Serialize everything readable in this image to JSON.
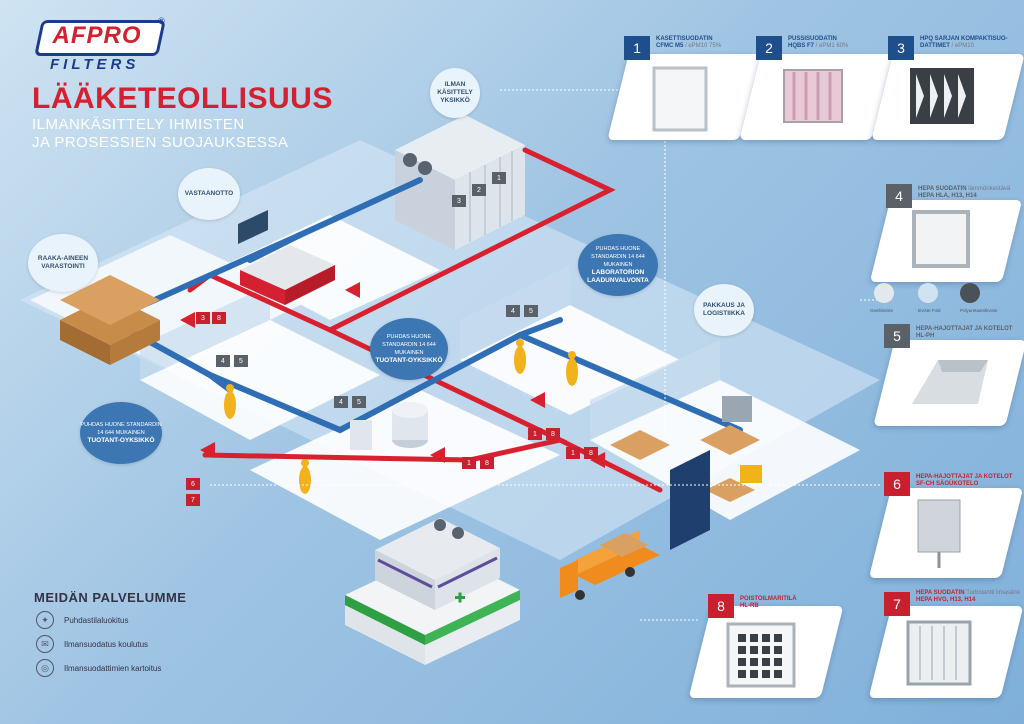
{
  "brand": {
    "name": "AFPRO",
    "sub": "FILTERS",
    "reg": "®"
  },
  "title": "LÄÄKETEOLLISUUS",
  "subtitle": [
    "ILMANKÄSITTELY IHMISTEN",
    "JA PROSESSIEN SUOJAUKSESSA"
  ],
  "bubbles": {
    "ilman": "ILMAN KÄSITTELY YKSIKKÖ",
    "vastaanotto": "VASTAANOTTO",
    "raaka": "RAAKA-AINEEN VARASTOINTI",
    "puhdas_left_small": "PUHDAS HUONE STANDARDIN 14 644 MUKAINEN",
    "puhdas_left": "TUOTANT-OYKSIKKÖ",
    "puhdas_mid_small": "PUHDAS HUONE STANDARDIN 14 644 MUKAINEN",
    "puhdas_mid": "TUOTANT-OYKSIKKÖ",
    "lab_small": "PUHDAS HUONE STANDARDIN 14 644 MUKAINEN",
    "lab": "LABORATORION LAADUNVALVONTA",
    "pakkaus": "PAKKAUS JA LOGISTIIKKA"
  },
  "tags": {
    "n1": "1",
    "n2": "2",
    "n3": "3",
    "n4": "4",
    "n5": "5",
    "n6": "6",
    "n7": "7",
    "n8": "8"
  },
  "products": [
    {
      "num": "1",
      "color": "blue",
      "title": "KASETTISUODATIN",
      "line2": "CFMC M5",
      "extra": " / ePM10 75%"
    },
    {
      "num": "2",
      "color": "blue",
      "title": "PUSSISUODATIN",
      "line2": "HQBS F7",
      "extra": " / ePM1 60%"
    },
    {
      "num": "3",
      "color": "blue",
      "title": "HPQ SARJAN KOMPAKTISUO-",
      "line2": "DATTIMET",
      "extra": " / ePM10"
    },
    {
      "num": "4",
      "color": "grey",
      "title": "HEPA SUODATIN",
      "line2": "lämmönkestävä",
      "extra": "HEPA HLA, H13, H14"
    },
    {
      "num": "5",
      "color": "grey",
      "title": "HEPA-HAJOTTAJAT JA KOTELOT",
      "line2": "HL-PH",
      "extra": ""
    },
    {
      "num": "6",
      "color": "red",
      "title": "HEPA-HAJOTTAJAT JA KOTELOT",
      "line2": "SF-CH SÄOÜKOTELO",
      "extra": ""
    },
    {
      "num": "7",
      "color": "red",
      "title": "HEPA SUODATIN",
      "line2": "HEPA HVG, H13, H14",
      "extra": "Turbolantti limasärie"
    },
    {
      "num": "8",
      "color": "red",
      "title": "POISTOILMARITILÄ",
      "line2": "HL-RB",
      "extra": ""
    }
  ],
  "hepa_options": [
    "Geelitiiviste",
    "tiiviste Fold",
    "Polyuretaanitiiviste"
  ],
  "services": {
    "title": "MEIDÄN PALVELUMME",
    "items": [
      "Puhdastilaluokitus",
      "Ilmansuodatus koulutus",
      "Ilmansuodattimien kartoitus"
    ]
  },
  "colors": {
    "brand_red": "#d42030",
    "brand_blue": "#1a3c8c",
    "duct_red": "#d8202e",
    "duct_blue": "#2f6db5"
  }
}
